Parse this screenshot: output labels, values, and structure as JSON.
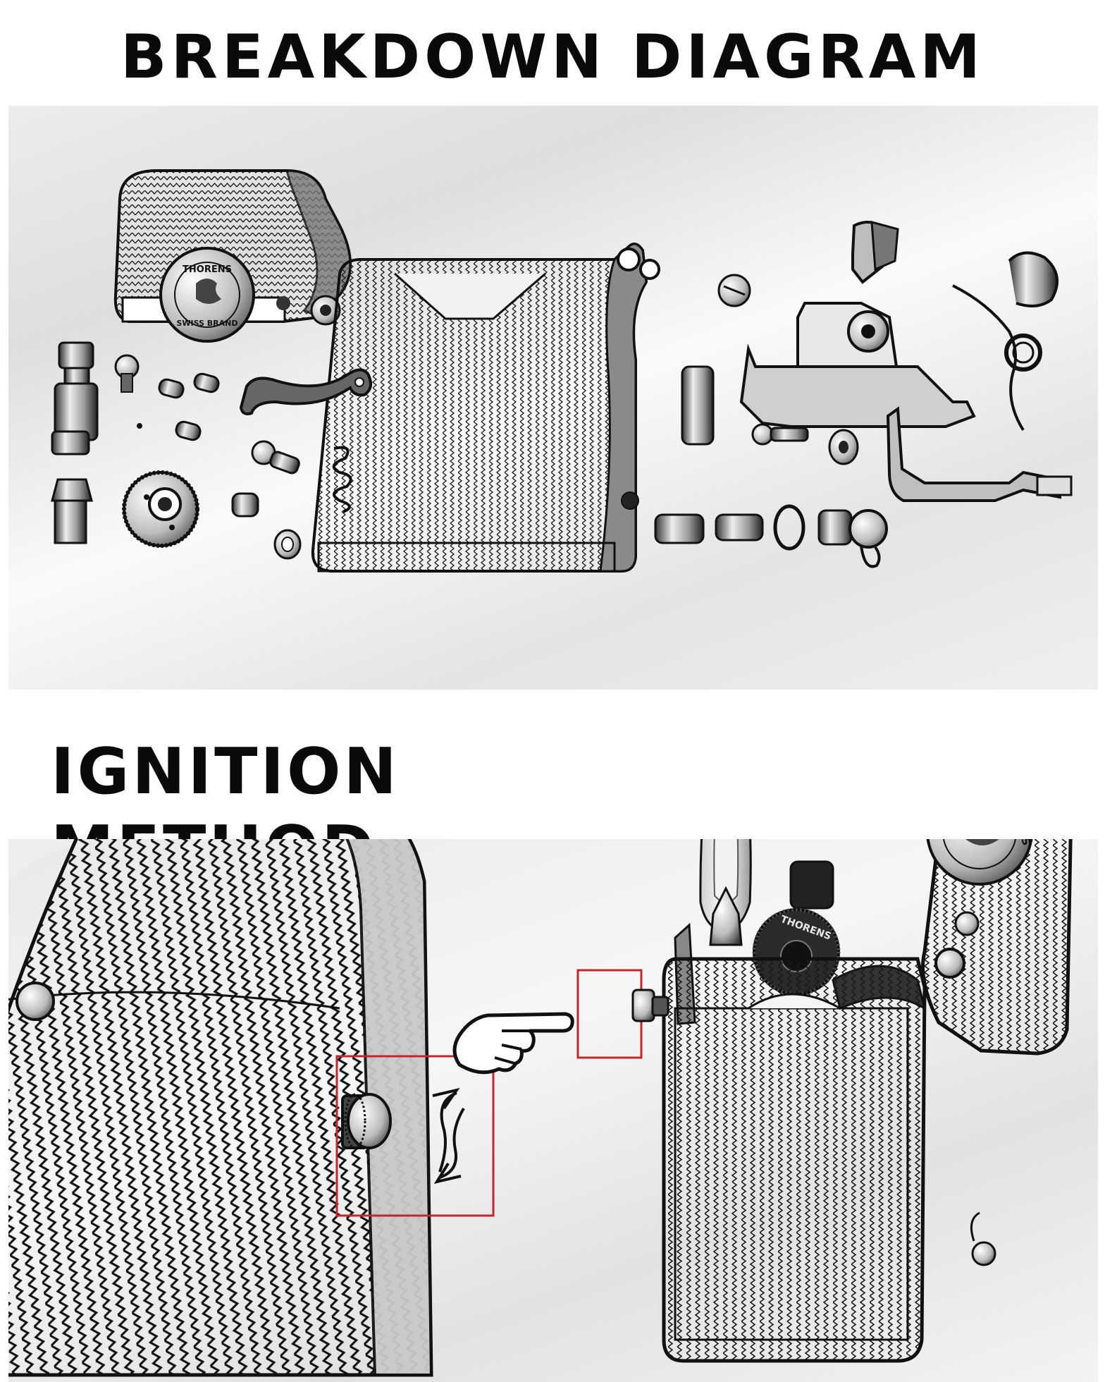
{
  "headings": {
    "breakdown": "BREAKDOWN DIAGRAM",
    "ignition": "IGNITION METHOD"
  },
  "lid_emblem": {
    "text_top": "THORENS",
    "text_bottom": "SWISS BRAND"
  },
  "flint_wheel_mark": "THORENS",
  "colors": {
    "ink": "#111111",
    "highlight_box": "#c0282d",
    "rotate_arrow": "#111111"
  },
  "icons": [
    "pointing-hand-icon",
    "rotate-arrows-icon",
    "flame-icon"
  ]
}
